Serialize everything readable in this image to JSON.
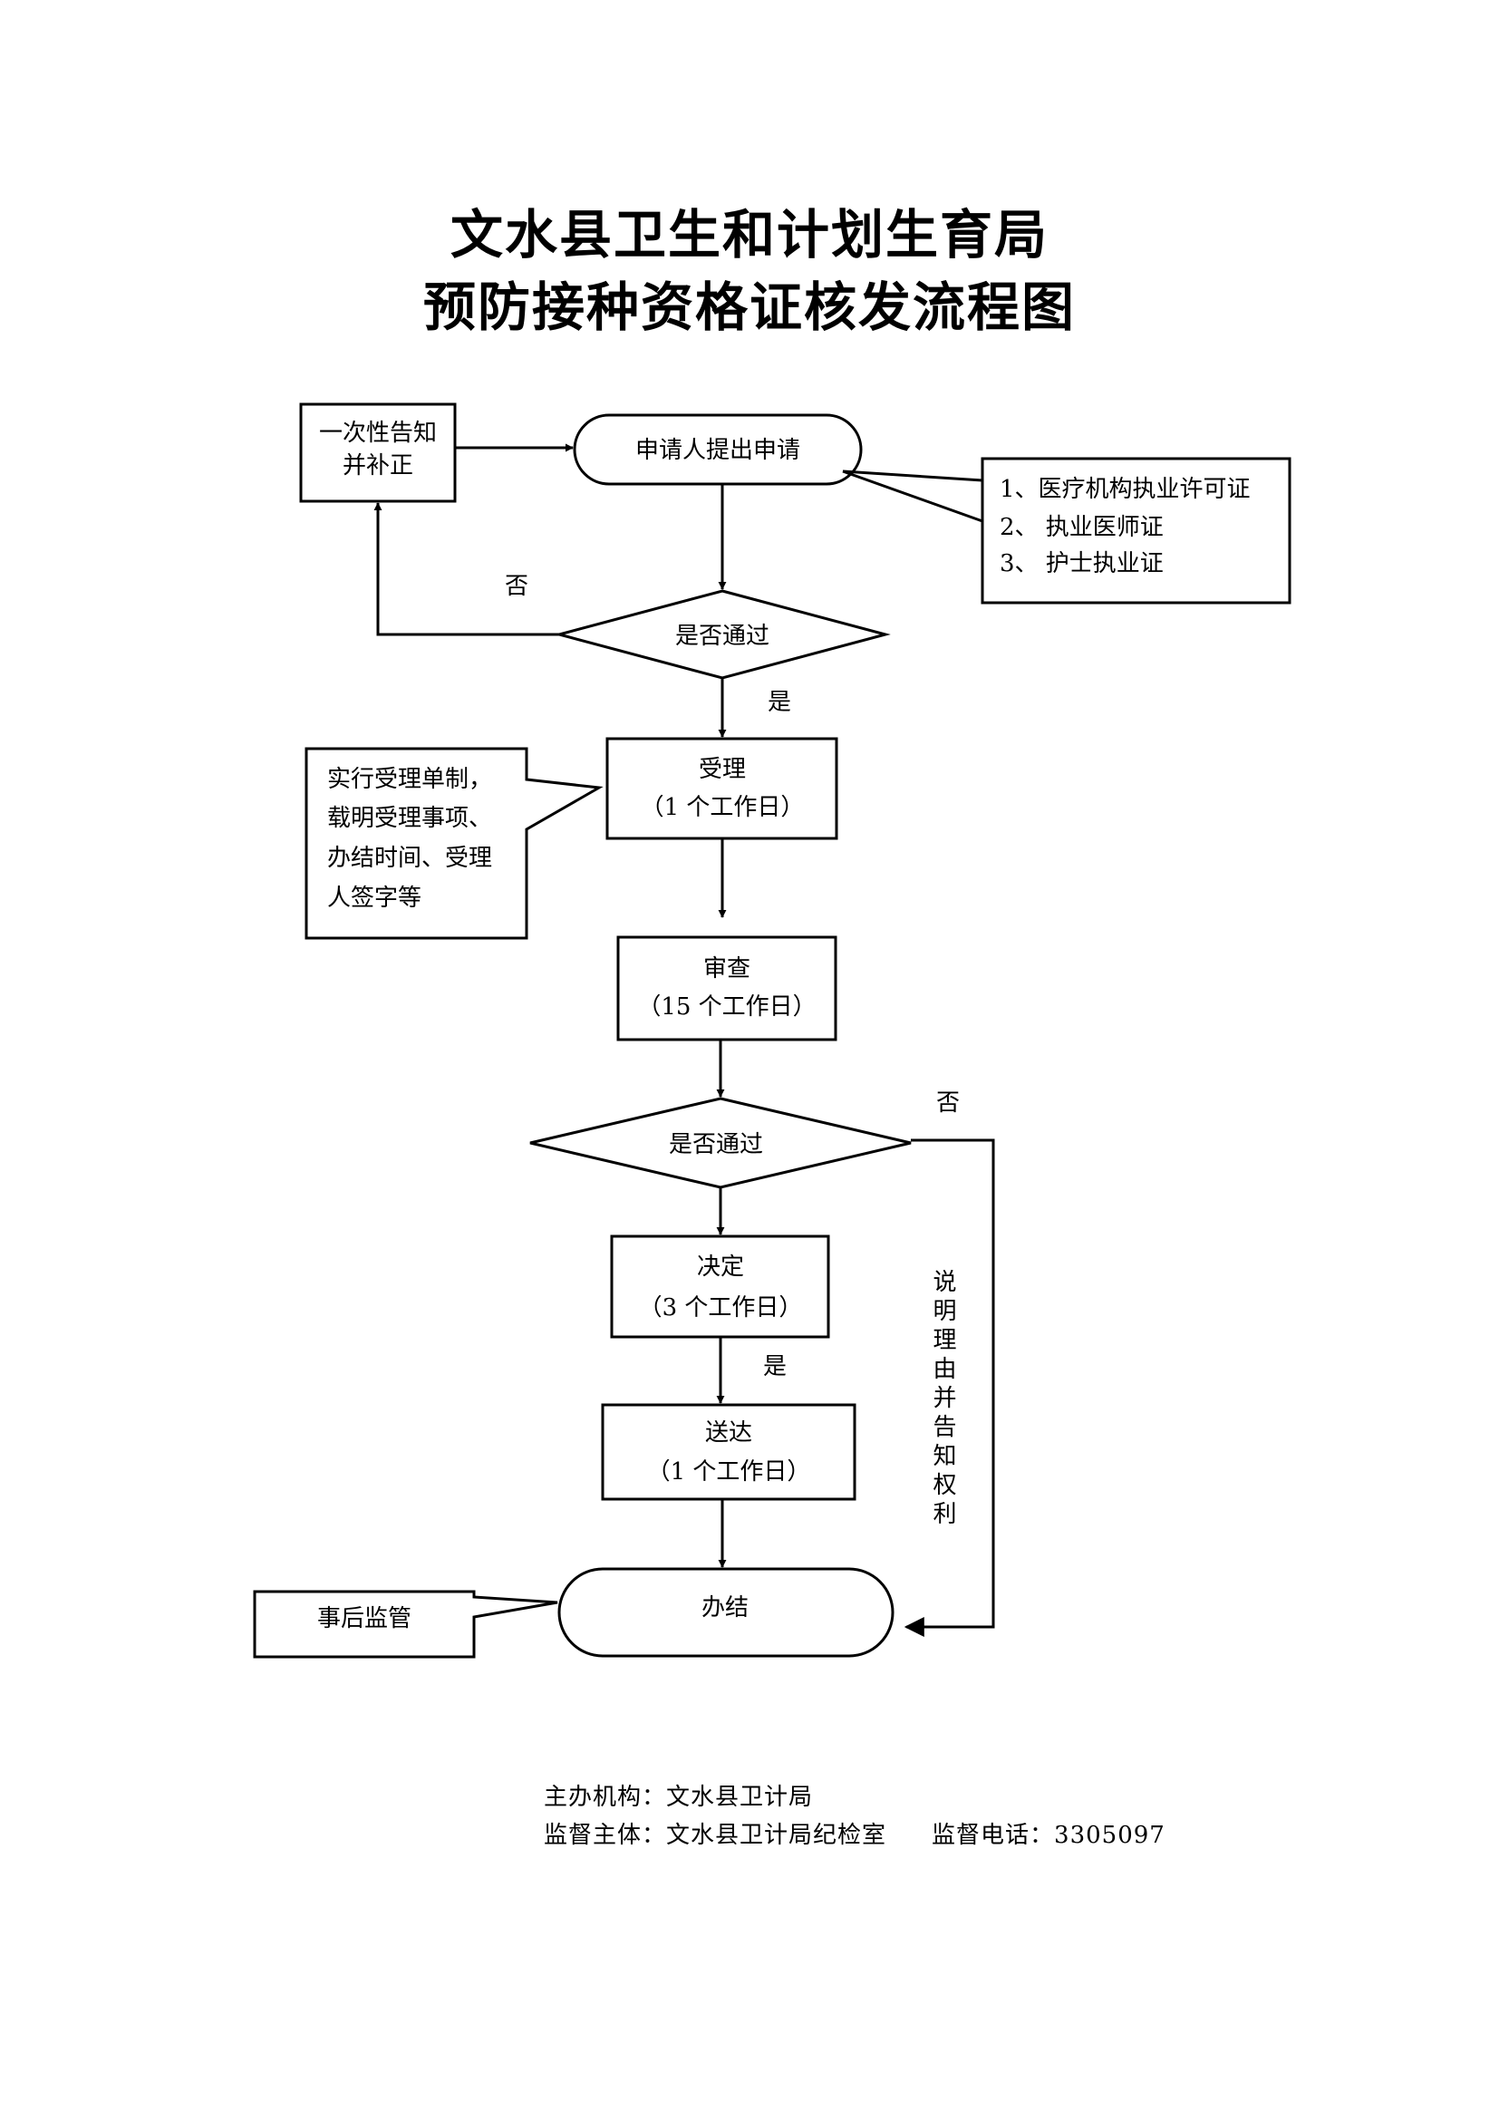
{
  "title": {
    "line1": "文水县卫生和计划生育局",
    "line2": "预防接种资格证核发流程图"
  },
  "flow": {
    "apply": "申请人提出申请",
    "correction": [
      "一次性告知",
      "并补正"
    ],
    "materials": [
      "1、医疗机构执业许可证",
      "2、 执业医师证",
      "3、 护士执业证"
    ],
    "decision1": "是否通过",
    "no1": "否",
    "yes1": "是",
    "accept": [
      "受理",
      "（1 个工作日）"
    ],
    "accept_note": [
      "实行受理单制，",
      "载明受理事项、",
      "办结时间、受理",
      "人签字等"
    ],
    "review": [
      "审查",
      "（15 个工作日）"
    ],
    "decision2": "是否通过",
    "no2": "否",
    "decide": [
      "决定",
      "（3 个工作日）"
    ],
    "yes2": "是",
    "deliver": [
      "送达",
      "（1 个工作日）"
    ],
    "explain": "说明理由并告知权利",
    "finish": "办结",
    "supervise": "事后监管"
  },
  "footer": {
    "host_label": "主办机构：",
    "host_value": "文水县卫计局",
    "supervisor_label": "监督主体：",
    "supervisor_value": "文水县卫计局纪检室",
    "phone_label": "监督电话：",
    "phone_value": "3305097"
  }
}
